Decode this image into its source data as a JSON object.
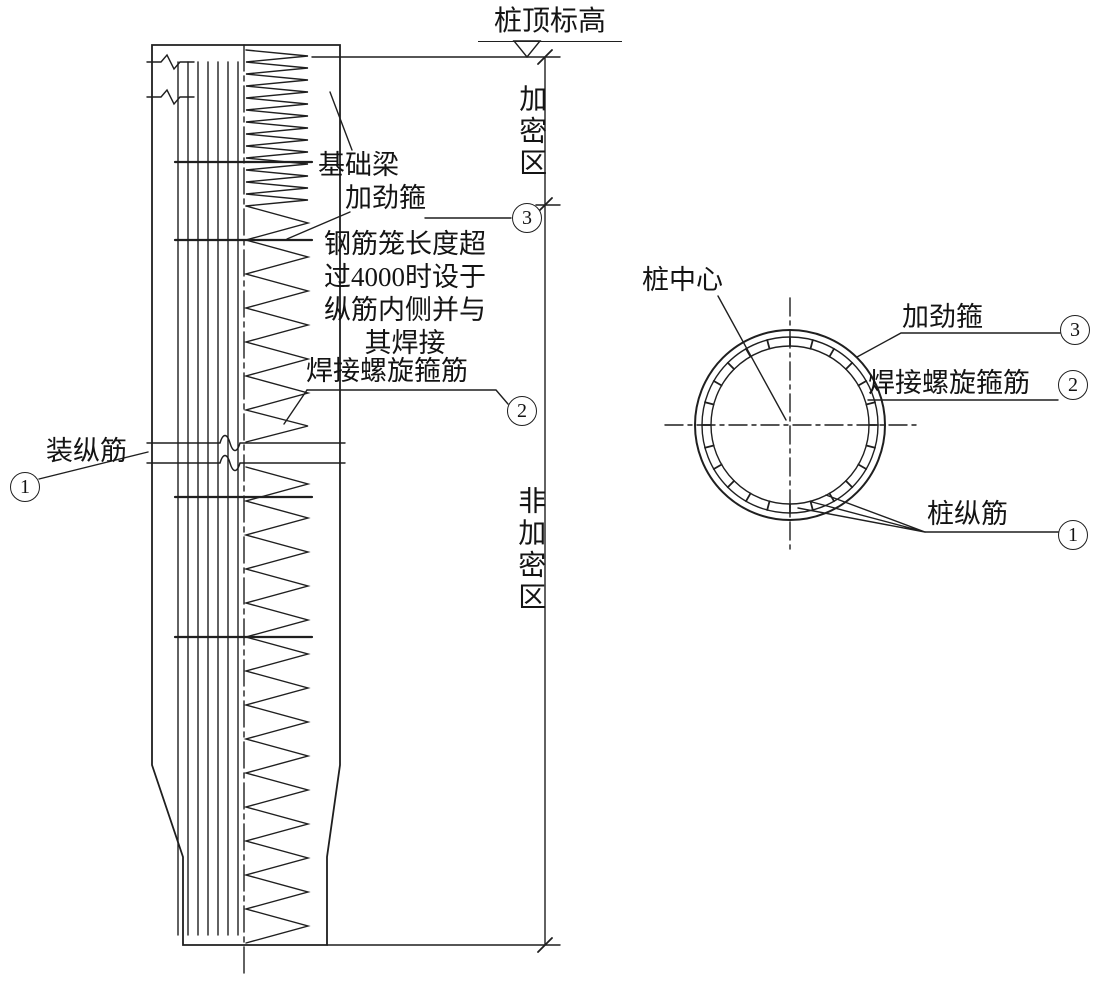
{
  "colors": {
    "line": "#1f1f1f",
    "background": "#ffffff"
  },
  "section_view": {
    "pile_top_elevation": "桩顶标高",
    "dense_zone": "加密区",
    "non_dense_zone": "非加密区",
    "foundation_beam": "基础梁",
    "stiffening_hoop": "加劲箍",
    "cage_note": "钢筋笼长度超\n过4000时设于\n纵筋内侧并与\n其焊接",
    "welded_spiral_stirrup": "焊接螺旋箍筋",
    "longitudinal_bar": "装纵筋",
    "callout_hoop": "3",
    "callout_spiral": "2",
    "callout_bar": "1"
  },
  "plan_view": {
    "pile_center": "桩中心",
    "stiffening_hoop": "加劲箍",
    "welded_spiral_stirrup": "焊接螺旋箍筋",
    "pile_longitudinal_bar": "桩纵筋",
    "callout_hoop": "3",
    "callout_spiral": "2",
    "callout_bar": "1"
  }
}
